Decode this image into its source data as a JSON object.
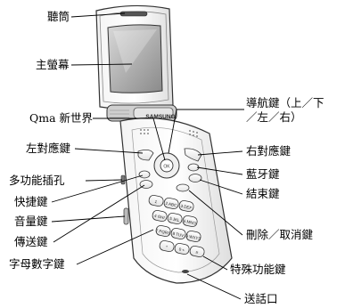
{
  "phone": {
    "brand": "SAMSUNG",
    "keypad": [
      "1",
      "2 ABC",
      "3 DEF",
      "4 GHI",
      "5 JKL",
      "6 MNO",
      "7 PQRS",
      "8 TUV",
      "9 WXYZ",
      "*",
      "0 +",
      "#"
    ]
  },
  "labels": {
    "earpiece": "聽筒",
    "main_screen": "主螢幕",
    "qma": "Qma 新世界",
    "left_soft_key": "左對應鍵",
    "multi_jack": "多功能插孔",
    "shortcut_key": "快捷鍵",
    "volume_key": "音量鍵",
    "send_key": "傳送鍵",
    "alnum_keys": "字母數字鍵",
    "nav_keys_line1": "導航鍵（上／下",
    "nav_keys_line2": "／左／右）",
    "right_soft_key": "右對應鍵",
    "bluetooth_key": "藍牙鍵",
    "end_key": "結束鍵",
    "delete_cancel": "刪除／取消鍵",
    "special_func": "特殊功能鍵",
    "microphone": "送話口"
  }
}
